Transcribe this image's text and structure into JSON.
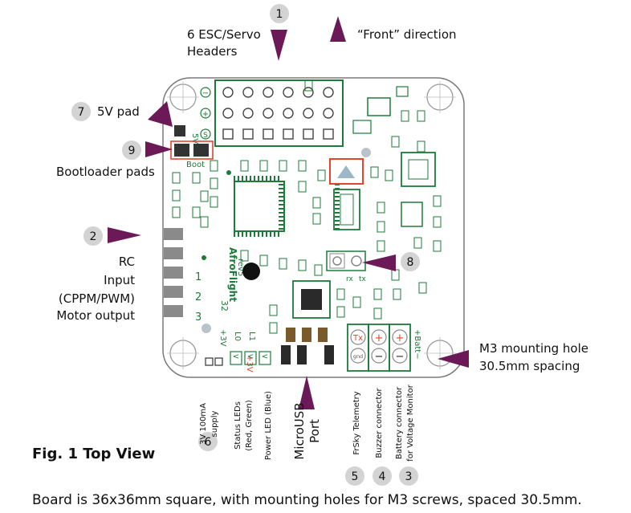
{
  "colors": {
    "accent": "#6b1a57",
    "board_green": "#1d7a3a",
    "callout_circle": "#d3d3d3",
    "highlight_red": "#e2442c",
    "pad_gray": "#8a8a8a",
    "pad_dark": "#2a2a2a",
    "pad_bronze": "#7a5a2a"
  },
  "callouts": {
    "c1": "1",
    "c2": "2",
    "c3": "3",
    "c4": "4",
    "c5": "5",
    "c6": "6",
    "c7": "7",
    "c8": "8",
    "c9": "9"
  },
  "labels": {
    "esc_line1": "6 ESC/Servo",
    "esc_line2": "Headers",
    "front": "“Front” direction",
    "pad5v": "5V pad",
    "bootloader": "Bootloader pads",
    "rc1": "RC",
    "rc2": "Input",
    "rc3": "(CPPM/PWM)",
    "rc4": "Motor output",
    "m3_line1": "M3 mounting hole",
    "m3_line2": "30.5mm spacing",
    "supply_1": "3V 100mA",
    "supply_2": "supply",
    "status_1": "Status LEDs",
    "status_2": "(Red, Green)",
    "power_led": "Power LED (Blue)",
    "usb_1": "MicroUSB",
    "usb_2": "Port",
    "frsky": "FrSky Telemetry",
    "buzzer": "Buzzer connector",
    "battery_1": "Battery connector",
    "battery_2": "for Voltage Monitor",
    "fig_title": "Fig. 1 Top View",
    "footer": "Board is 36x36mm square, with mounting holes for M3 screws, spaced 30.5mm."
  },
  "silk": {
    "minus": "−",
    "plus": "+",
    "signal": "S",
    "five_v": "5V",
    "boot": "Boot",
    "row1": "1",
    "row2": "2",
    "row3": "3",
    "plus3v": "+3V",
    "l0": "L0",
    "l1": "L1",
    "name_line1": "32",
    "name_line2": "AfroFlight",
    "name_line3": "rev5",
    "rx": "rx",
    "tx": "tx",
    "tx_pad": "Tx",
    "gnd": "gnd",
    "batt": "+Batt−"
  }
}
